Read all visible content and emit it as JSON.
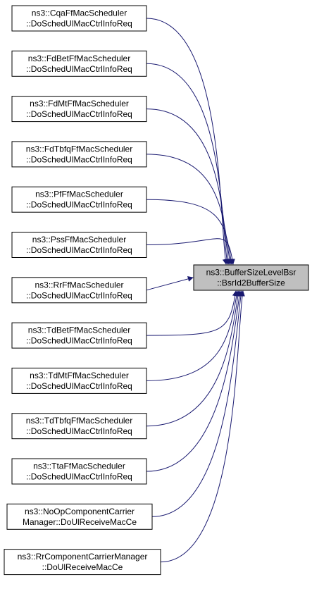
{
  "diagram": {
    "target": {
      "id": "target",
      "lines": [
        "ns3::BufferSizeLevelBsr",
        "::BsrId2BufferSize"
      ],
      "fill": "#bfbfbf"
    },
    "callers": [
      {
        "id": "cqa",
        "lines": [
          "ns3::CqaFfMacScheduler",
          "::DoSchedUlMacCtrlInfoReq"
        ]
      },
      {
        "id": "fdbet",
        "lines": [
          "ns3::FdBetFfMacScheduler",
          "::DoSchedUlMacCtrlInfoReq"
        ]
      },
      {
        "id": "fdmt",
        "lines": [
          "ns3::FdMtFfMacScheduler",
          "::DoSchedUlMacCtrlInfoReq"
        ]
      },
      {
        "id": "fdtbfq",
        "lines": [
          "ns3::FdTbfqFfMacScheduler",
          "::DoSchedUlMacCtrlInfoReq"
        ]
      },
      {
        "id": "pf",
        "lines": [
          "ns3::PfFfMacScheduler",
          "::DoSchedUlMacCtrlInfoReq"
        ]
      },
      {
        "id": "pss",
        "lines": [
          "ns3::PssFfMacScheduler",
          "::DoSchedUlMacCtrlInfoReq"
        ]
      },
      {
        "id": "rr",
        "lines": [
          "ns3::RrFfMacScheduler",
          "::DoSchedUlMacCtrlInfoReq"
        ]
      },
      {
        "id": "tdbet",
        "lines": [
          "ns3::TdBetFfMacScheduler",
          "::DoSchedUlMacCtrlInfoReq"
        ]
      },
      {
        "id": "tdmt",
        "lines": [
          "ns3::TdMtFfMacScheduler",
          "::DoSchedUlMacCtrlInfoReq"
        ]
      },
      {
        "id": "tdtbfq",
        "lines": [
          "ns3::TdTbfqFfMacScheduler",
          "::DoSchedUlMacCtrlInfoReq"
        ]
      },
      {
        "id": "tta",
        "lines": [
          "ns3::TtaFfMacScheduler",
          "::DoSchedUlMacCtrlInfoReq"
        ]
      },
      {
        "id": "noop",
        "lines": [
          "ns3::NoOpComponentCarrier",
          "Manager::DoUlReceiveMacCe"
        ]
      },
      {
        "id": "rrcc",
        "lines": [
          "ns3::RrComponentCarrierManager",
          "::DoUlReceiveMacCe"
        ]
      }
    ],
    "edge_color": "#191970"
  }
}
